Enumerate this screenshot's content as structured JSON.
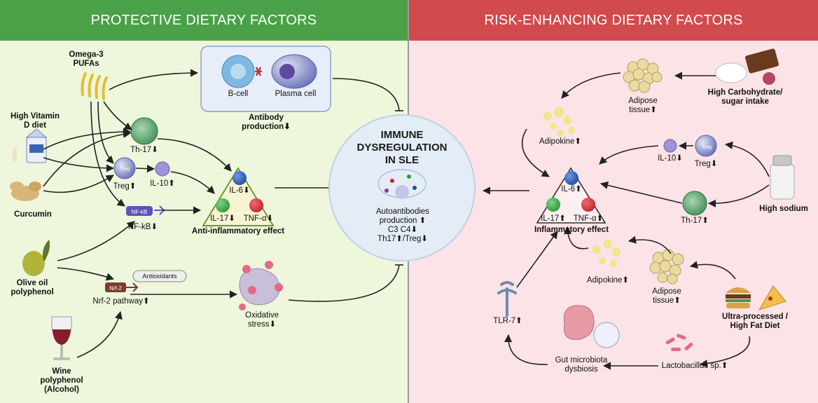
{
  "header": {
    "protective": "PROTECTIVE DIETARY FACTORS",
    "risk": "RISK-ENHANCING DIETARY FACTORS"
  },
  "center": {
    "title_lines": [
      "IMMUNE",
      "DYSREGULATION",
      "IN SLE"
    ],
    "details": [
      "Autoantibodies",
      "production ⬆",
      "C3 C4⬇",
      "Th17⬆/Treg⬇"
    ]
  },
  "left": {
    "omega3": [
      "Omega-3",
      "PUFAs"
    ],
    "vitamin_d": [
      "High Vitamin",
      "D diet"
    ],
    "curcumin": "Curcumin",
    "olive": [
      "Olive oil",
      "polyphenol"
    ],
    "wine": [
      "Wine",
      "polyphenol",
      "(Alcohol)"
    ],
    "bcell": "B-cell",
    "plasma": "Plasma cell",
    "antibody": [
      "Antibody",
      "production⬇"
    ],
    "th17": "Th-17⬇",
    "treg_badge": "Treg",
    "treg": "Treg⬆",
    "il10": "IL-10⬆",
    "nfkb_badge": "NF-kB",
    "nfkb": "NF-kB⬇",
    "il6": "IL-6⬇",
    "il17": "IL-17⬇",
    "tnf": "TNF-α⬇",
    "anti_inflammatory": "Anti-inflammatory effect",
    "nrf2_badge": "Nrf-2",
    "antioxidants": "Antioxidants",
    "nrf2": "Nrf-2 pathway⬆",
    "oxidative": [
      "Oxidative",
      "stress⬇"
    ]
  },
  "right": {
    "carb": [
      "High Carbohydrate/",
      "sugar intake"
    ],
    "adipose_top": [
      "Adipose",
      "tissue⬆"
    ],
    "adipokine_top": "Adipokine⬆",
    "il10": "IL-10⬇",
    "treg_badge": "Treg",
    "treg": "Treg⬇",
    "sodium": "High sodium",
    "th17": "Th-17⬆",
    "il6": "IL-6⬆",
    "il17": "IL-17⬆",
    "tnf": "TNF-α⬆",
    "inflammatory": "Inflammatory effect",
    "adipokine_bottom": "Adipokine⬆",
    "adipose_bottom": [
      "Adipose",
      "tissue⬆"
    ],
    "ultra": [
      "Ultra-processed /",
      "High Fat Diet"
    ],
    "tlr7": "TLR-7⬆",
    "gut": [
      "Gut microbiota",
      "dysbiosis"
    ],
    "lacto": "Lactobacillus sp.⬆"
  },
  "colors": {
    "left_bg": "#eef6dc",
    "right_bg": "#fbe3e7",
    "left_header": "#4aa148",
    "right_header": "#d04a4e",
    "il6_ball": "#1f4fa8",
    "il17_ball": "#2f9a3a",
    "tnf_ball": "#c8262b"
  }
}
